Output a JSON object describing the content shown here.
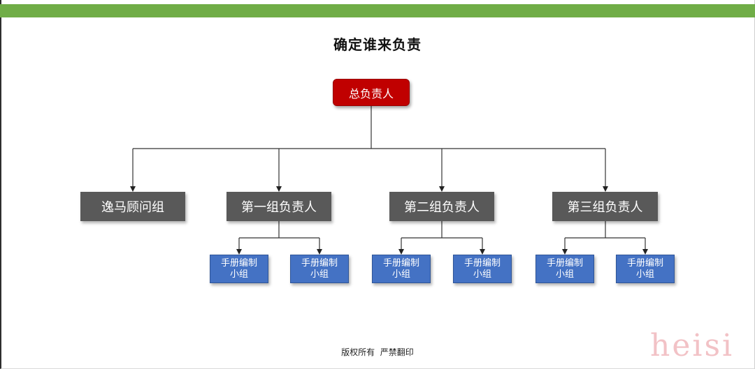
{
  "title": "确定谁来负责",
  "root": "总负责人",
  "groups": [
    "逸马顾问组",
    "第一组负责人",
    "第二组负责人",
    "第三组负责人"
  ],
  "leaf_line1": "手册编制",
  "leaf_line2": "小组",
  "footer": "版权所有  严禁翻印",
  "watermark": "heisi",
  "colors": {
    "top_bar": "#70ad47",
    "root": "#c00000",
    "group": "#595959",
    "leaf": "#4472c4"
  }
}
